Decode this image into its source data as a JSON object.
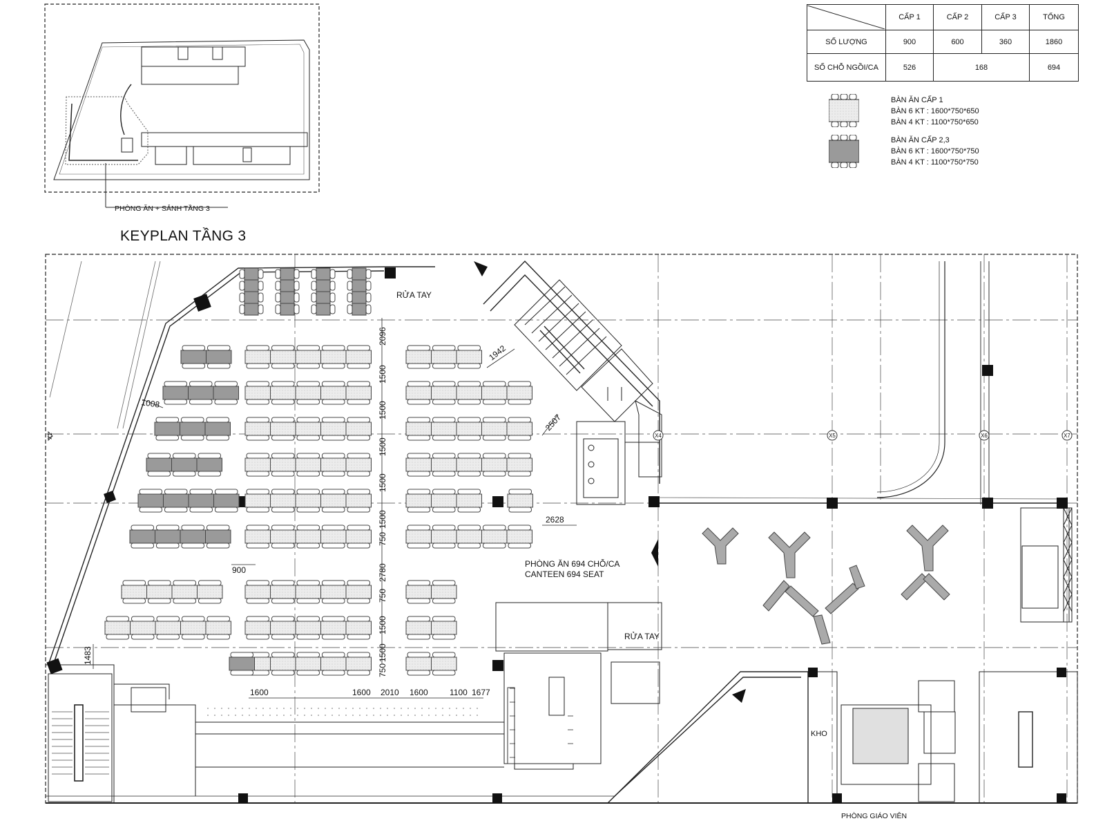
{
  "summary_table": {
    "headers": [
      "CẤP 1",
      "CẤP 2",
      "CẤP 3",
      "TỔNG"
    ],
    "rows": [
      {
        "label": "SỐ LƯỢNG",
        "values": [
          "900",
          "600",
          "360",
          "1860"
        ]
      },
      {
        "label": "SỐ CHỖ NGỒI/CA",
        "values": [
          "526",
          "168",
          "694"
        ]
      }
    ]
  },
  "legend": [
    {
      "title": "BÀN ĂN CẤP 1",
      "line1": "BÀN 6 KT : 1600*750*650",
      "line2": "BÀN 4 KT : 1100*750*650",
      "swatch": "#e8e8e8"
    },
    {
      "title": "BÀN ĂN CẤP 2,3",
      "line1": "BÀN 6 KT : 1600*750*750",
      "line2": "BÀN 4 KT : 1100*750*750",
      "swatch": "#9a9a9a"
    }
  ],
  "keyplan": {
    "callout": "PHÒNG ĂN + SẢNH TẦNG 3",
    "title": "KEYPLAN TẦNG 3"
  },
  "labels": {
    "handwash_1": "RỬA TAY",
    "handwash_2": "RỬA TAY",
    "canteen_vi": "PHÒNG ĂN 694 CHỖ/CA",
    "canteen_en": "CANTEEN 694 SEAT",
    "storage": "KHO",
    "teachers_room": "PHÒNG GIÁO VIÊN"
  },
  "grid_marks": [
    "X1",
    "X4",
    "X5",
    "X6",
    "X7"
  ],
  "dimensions": {
    "diag_1942": "1942",
    "diag_2507": "2507",
    "d1008": "1008",
    "d1483": "1483",
    "d900": "900",
    "d2628": "2628",
    "vertical": [
      "2096",
      "1500",
      "1500",
      "1500",
      "1500",
      "1500",
      "750",
      "2780",
      "750",
      "1500",
      "1500",
      "750"
    ],
    "bottom": [
      "1600",
      "1600",
      "2010",
      "1600",
      "1100",
      "1677"
    ]
  },
  "colors": {
    "grade1_table": "#e8e8e8",
    "grade23_table": "#9a9a9a",
    "column": "#111111",
    "wall": "#222222"
  }
}
